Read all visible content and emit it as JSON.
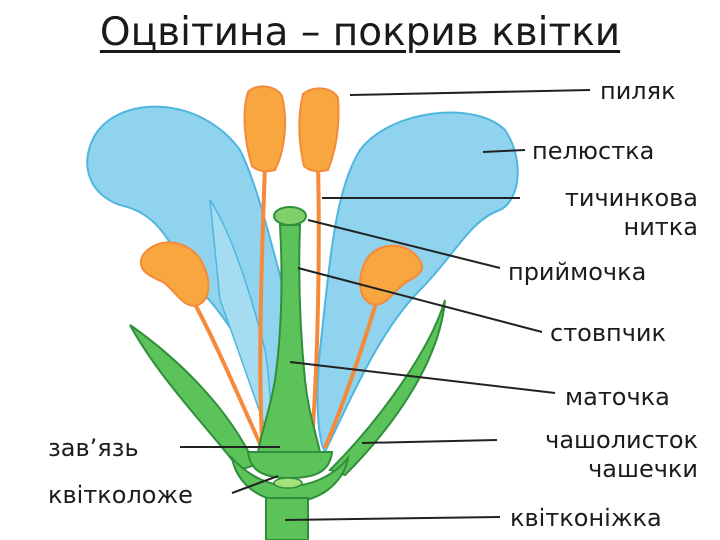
{
  "title": "Оцвітина – покрив квітки",
  "labels": {
    "anther": "пиляк",
    "petal": "пелюстка",
    "filament_1": "тичинкова",
    "filament_2": "нитка",
    "stigma": "приймочка",
    "style": "стовпчик",
    "pistil": "маточка",
    "ovary": "зав’язь",
    "sepal_1": "чашолисток",
    "sepal_2": "чашечки",
    "receptacle": "квітколоже",
    "pedicel": "квітконіжка"
  },
  "colors": {
    "petal": "#8fd3ef",
    "petal_stroke": "#4fb6e0",
    "green": "#5cc25a",
    "green_dark": "#2f8f3a",
    "stamen": "#f58a3a",
    "stamen_fill": "#f7a640",
    "line": "#222222"
  }
}
